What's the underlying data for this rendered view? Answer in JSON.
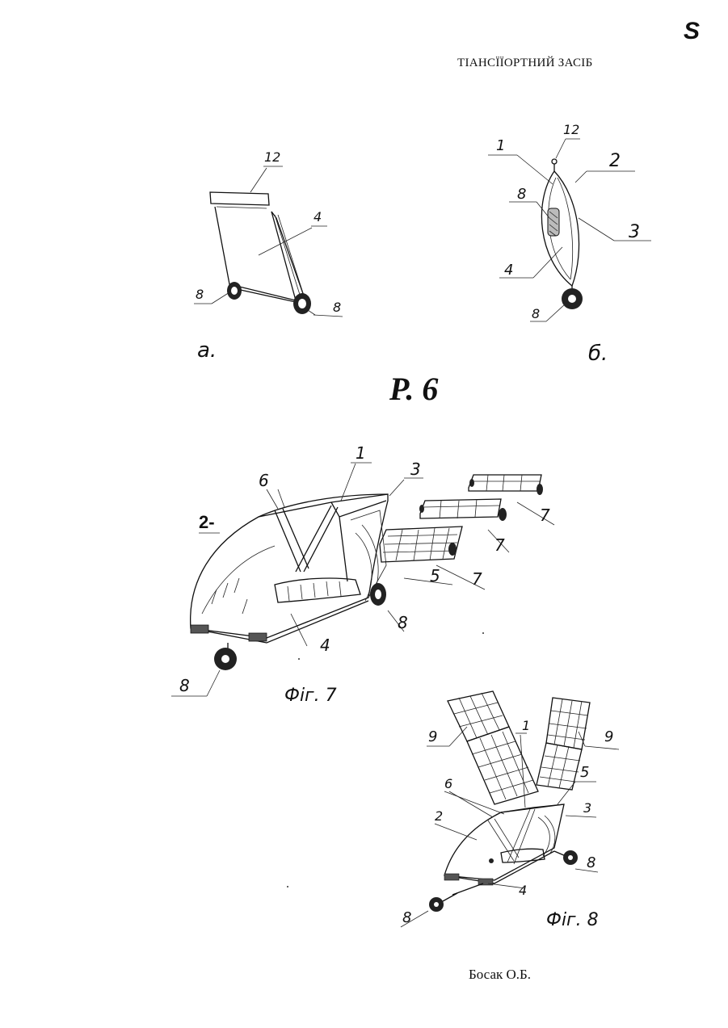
{
  "page": {
    "corner_mark": "S",
    "header": "ТІАНСЇЇОРТНИЙ ЗАСІБ",
    "author": "Босак О.Б."
  },
  "figure6": {
    "label": "Р. 6",
    "sub_a": {
      "caption": "а.",
      "callouts": [
        "12",
        "4",
        "8",
        "8"
      ]
    },
    "sub_b": {
      "caption": "б.",
      "callouts": [
        "12",
        "1",
        "2",
        "8",
        "3",
        "4",
        "8"
      ]
    }
  },
  "figure7": {
    "caption": "Фіг. 7",
    "callouts": [
      "1",
      "3",
      "6",
      "2-",
      "7",
      "7",
      "7",
      "5",
      "8",
      "4",
      "8"
    ]
  },
  "figure8": {
    "caption": "Фіг. 8",
    "callouts": [
      "9",
      "1",
      "9",
      "5",
      "6",
      "3",
      "2",
      "8",
      "4",
      "8"
    ]
  }
}
